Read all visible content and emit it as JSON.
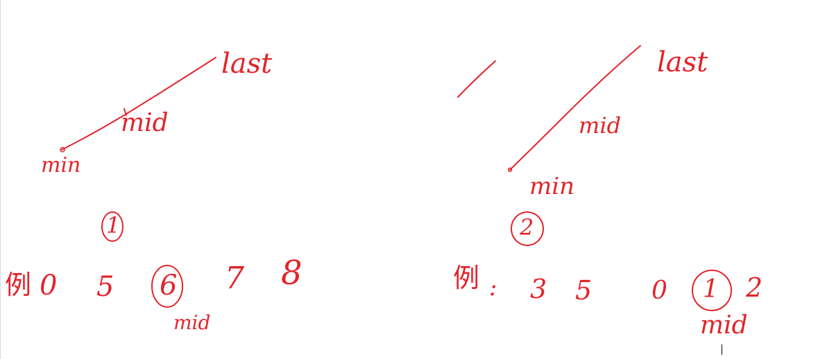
{
  "ink_color": "#e3242b",
  "left_diagram": {
    "label_last": "last",
    "label_mid": "mid",
    "label_min": "min",
    "case_number": "1",
    "example": {
      "prefix": "例",
      "values": [
        "0",
        "5",
        "6",
        "7",
        "8"
      ],
      "circled_value": "6",
      "mid_label": "mid"
    }
  },
  "right_diagram": {
    "label_last": "last",
    "label_mid": "mid",
    "label_min": "min",
    "case_number": "2",
    "example": {
      "prefix": "例",
      "separator": ":",
      "values": [
        "3",
        "5",
        "0",
        "1",
        "2"
      ],
      "circled_value": "1",
      "mid_label": "mid"
    }
  }
}
